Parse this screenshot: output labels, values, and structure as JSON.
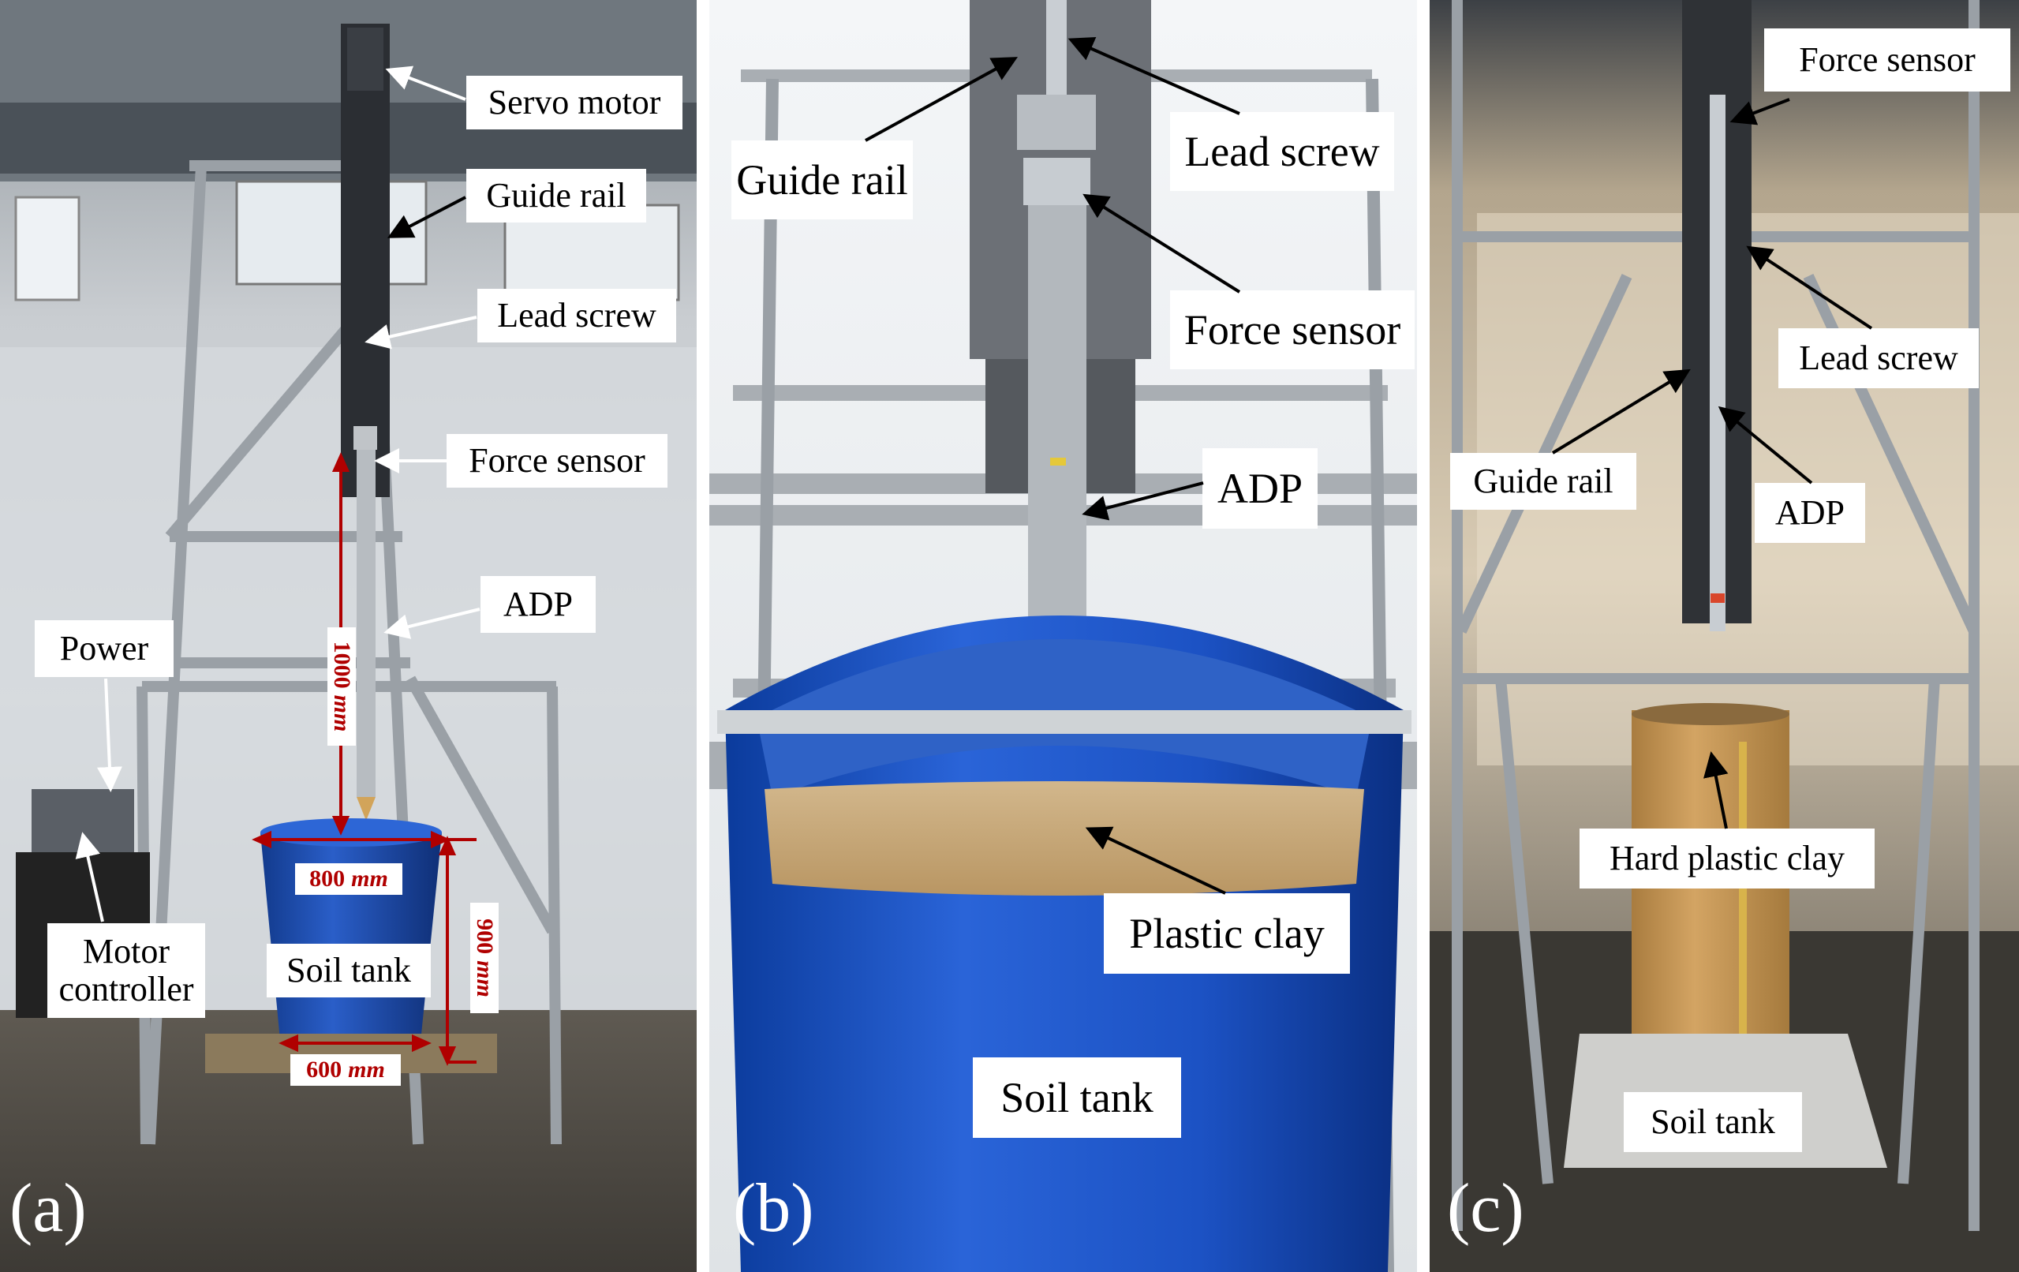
{
  "panel_a": {
    "tag": "(a)",
    "labels": {
      "servo_motor": "Servo motor",
      "guide_rail": "Guide rail",
      "lead_screw": "Lead screw",
      "force_sensor": "Force sensor",
      "adp": "ADP",
      "power": "Power",
      "motor_controller": "Motor\ncontroller",
      "soil_tank": "Soil tank"
    },
    "dimensions": {
      "height_probe": {
        "value": "1000",
        "unit": "mm"
      },
      "tank_diameter_top": {
        "value": "800",
        "unit": "mm"
      },
      "tank_height": {
        "value": "900",
        "unit": "mm"
      },
      "tank_diameter_bottom": {
        "value": "600",
        "unit": "mm"
      }
    }
  },
  "panel_b": {
    "tag": "(b)",
    "labels": {
      "guide_rail": "Guide rail",
      "lead_screw": "Lead screw",
      "force_sensor": "Force sensor",
      "adp": "ADP",
      "plastic_clay": "Plastic clay",
      "soil_tank": "Soil tank"
    }
  },
  "panel_c": {
    "tag": "(c)",
    "labels": {
      "force_sensor": "Force sensor",
      "lead_screw": "Lead screw",
      "guide_rail": "Guide rail",
      "adp": "ADP",
      "hard_plastic_clay": "Hard plastic clay",
      "soil_tank": "Soil tank"
    }
  },
  "colors": {
    "frame": "#9aa0a6",
    "tank_blue": "#1f4fb4",
    "clay": "#c9a268",
    "dimension_red": "#b00000"
  }
}
